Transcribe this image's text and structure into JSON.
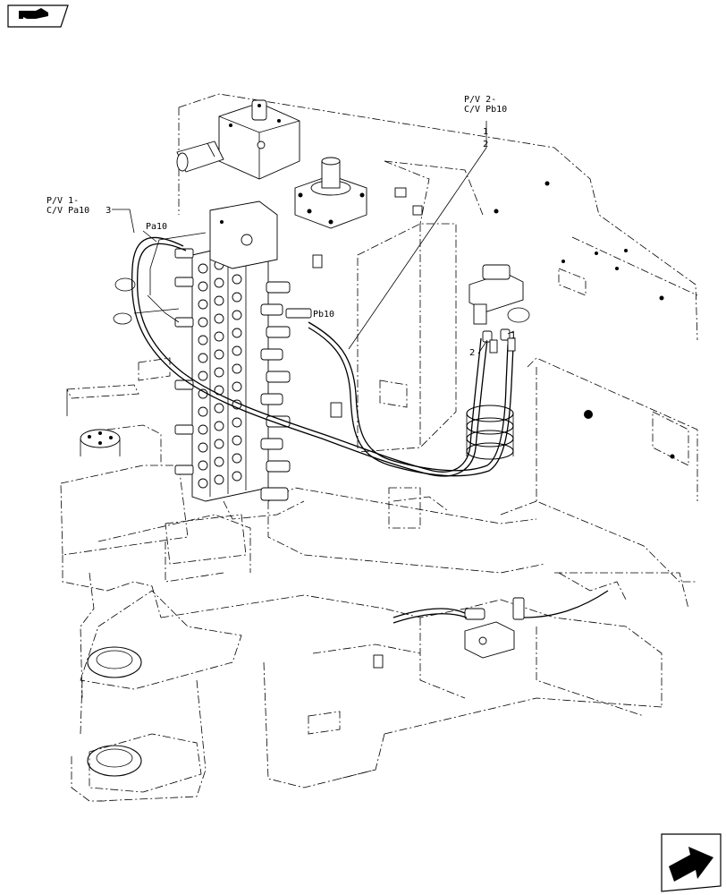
{
  "labels": {
    "pv2_line1": "P/V 2-",
    "pv2_line2": "C/V Pb10",
    "pv1_line1": "P/V 1-",
    "pv1_line2": "C/V Pa10",
    "pa10": "Pa10",
    "pb10": "Pb10"
  },
  "callouts": {
    "c1": "1",
    "c2": "2",
    "c3": "3",
    "c1b": "1",
    "c2b": "2"
  },
  "icons": {
    "top_left": "hand-pointing-icon",
    "bottom_right": "next-page-arrow-icon"
  }
}
